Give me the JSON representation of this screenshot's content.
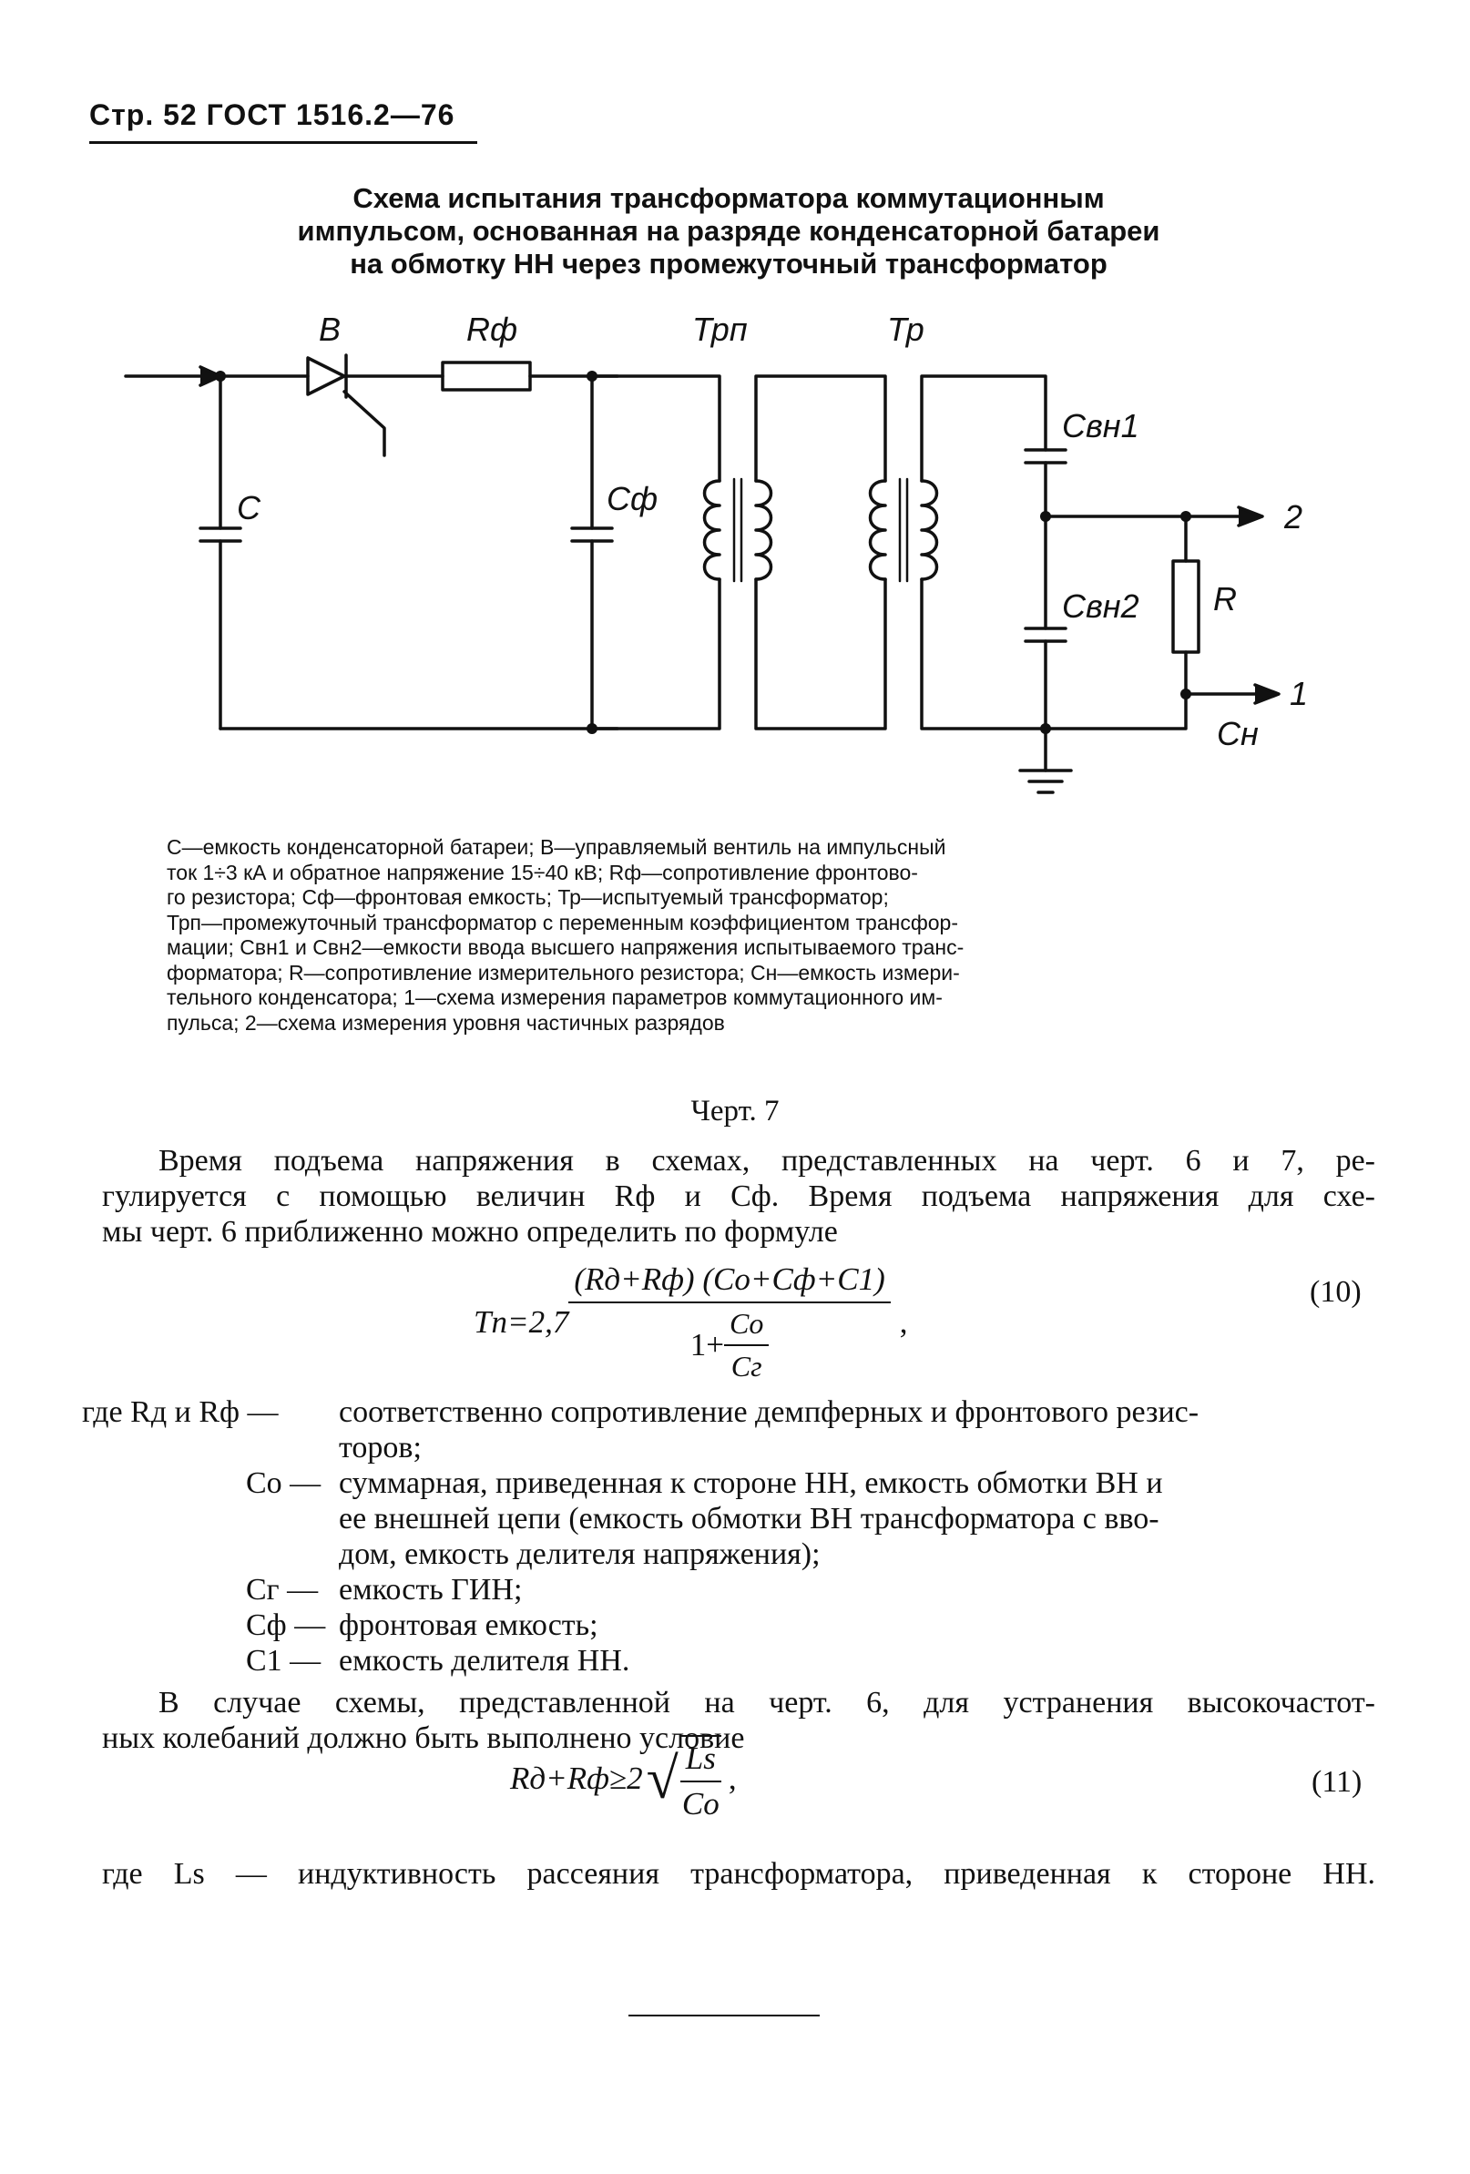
{
  "header": {
    "page_label": "Стр. 52 ГОСТ 1516.2—76"
  },
  "figure": {
    "title_lines": [
      "Схема испытания трансформатора коммутационным",
      "импульсом, основанная на разряде конденсаторной батареи",
      "на обмотку НН через промежуточный трансформатор"
    ],
    "labels": {
      "B": "В",
      "Rf": "Rф",
      "Trp": "Трп",
      "Tr": "Тр",
      "C": "С",
      "Cf": "Сф",
      "Cvn1": "Свн1",
      "Cvn2": "Свн2",
      "R": "R",
      "Cn": "Сн",
      "out2": "2",
      "out1": "1"
    },
    "number": "Черт. 7"
  },
  "caption": {
    "lines": [
      "С—емкость конденсаторной батареи; В—управляемый вентиль на импульсный",
      "ток 1÷3 кА и обратное напряжение 15÷40 кВ; Rф—сопротивление фронтово-",
      "го резистора; Сф—фронтовая емкость; Тр—испытуемый трансформатор;",
      "Трп—промежуточный трансформатор с переменным коэффициентом трансфор-",
      "мации; Свн1 и Свн2—емкости ввода высшего напряжения испытываемого транс-",
      "форматора; R—сопротивление измерительного резистора; Сн—емкость измери-",
      "тельного конденсатора; 1—схема измерения параметров коммутационного им-",
      "пульса; 2—схема измерения уровня частичных разрядов"
    ]
  },
  "body": {
    "para1": [
      "Время подъема напряжения в схемах, представленных на черт. 6 и 7, ре-",
      "гулируется с помощью величин Rф и Сф. Время подъема напряжения для схе-",
      "мы черт. 6 приближенно можно определить по формуле"
    ],
    "formula10": {
      "lhs": "Tп=2,7",
      "numerator": "(Rд+Rф) (Cо+Cф+C1)",
      "den_prefix": "1+",
      "den_num": "Cо",
      "den_den": "Cг",
      "tail": ",",
      "number": "(10)"
    },
    "legend10": [
      {
        "sym": "где Rд и Rф —",
        "text": "соответственно сопротивление демпферных и фронтового резис-"
      },
      {
        "sym": "",
        "text": "торов;"
      },
      {
        "sym": "Cо —",
        "text": "суммарная, приведенная к стороне НН, емкость обмотки ВН и"
      },
      {
        "sym": "",
        "text": "ее внешней цепи (емкость обмотки ВН трансформатора с вво-"
      },
      {
        "sym": "",
        "text": "дом, емкость делителя напряжения);"
      },
      {
        "sym": "Cг —",
        "text": "емкость ГИН;"
      },
      {
        "sym": "Cф —",
        "text": "фронтовая емкость;"
      },
      {
        "sym": "C1 —",
        "text": "емкость делителя НН."
      }
    ],
    "para2": [
      "В случае схемы, представленной на черт. 6, для устранения высокочастот-",
      "ных колебаний должно быть выполнено условие"
    ],
    "formula11": {
      "lhs": "Rд+Rф≥2",
      "num": "Ls",
      "den": "Cо",
      "tail": ",",
      "number": "(11)"
    },
    "legend11": "где Ls — индуктивность рассеяния трансформатора, приведенная к стороне НН."
  }
}
